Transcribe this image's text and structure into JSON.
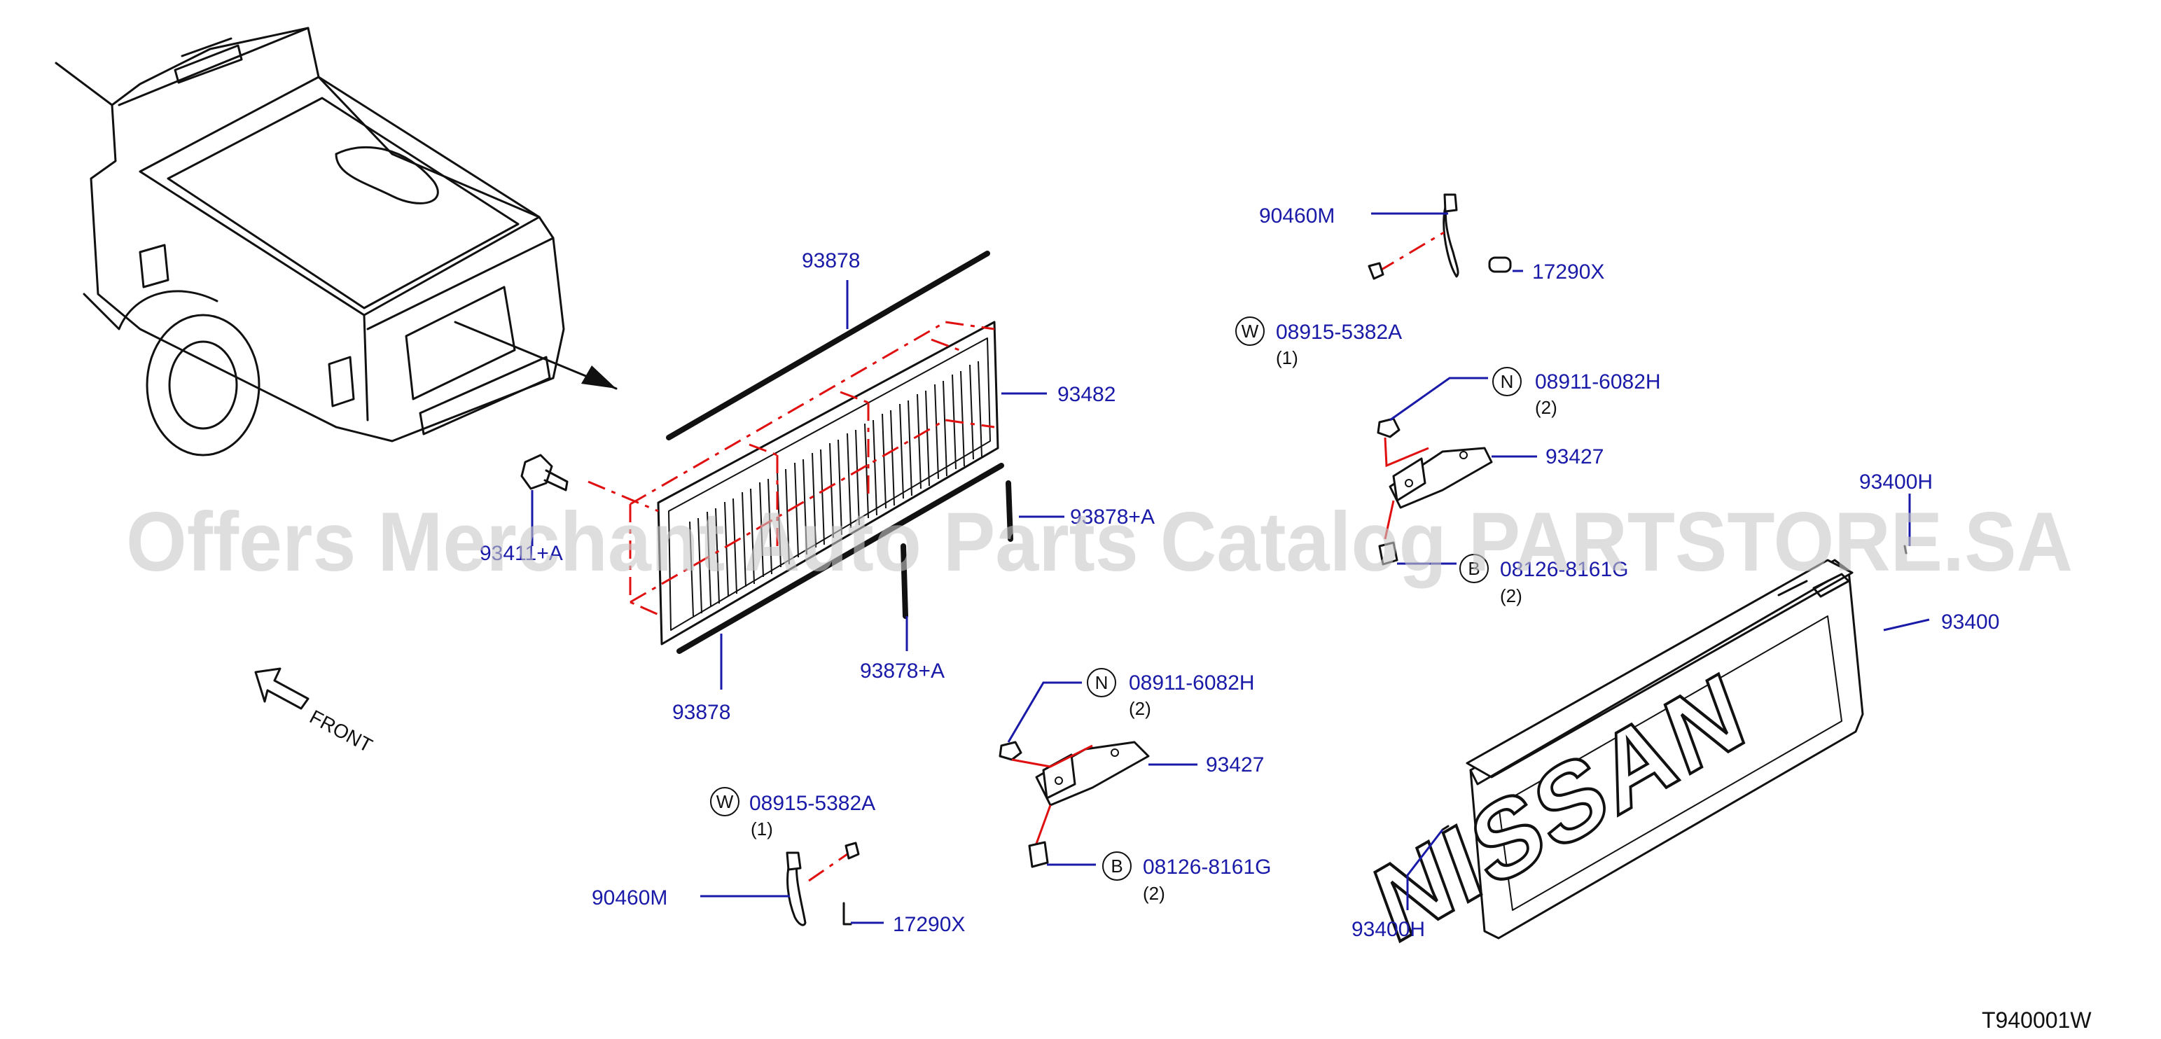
{
  "watermark": "Offers Merchant Auto Parts Catalog PARTSTORE.SA",
  "diagram_code": "T940001W",
  "front_label": "FRONT",
  "tailgate_logo": "NISSAN",
  "callouts": {
    "protector_top": "93878",
    "protector_bottom": "93878",
    "protector_side_a": "93878+A",
    "protector_side_b": "93878+A",
    "liner": "93482",
    "bolt_left": "93411+A",
    "cable_top": "90460M",
    "cable_bottom": "90460M",
    "clip_top": "17290X",
    "clip_bottom": "17290X",
    "washer_top": "08915-5382A",
    "washer_top_qty": "(1)",
    "washer_bottom": "08915-5382A",
    "washer_bottom_qty": "(1)",
    "nut_top": "08911-6082H",
    "nut_top_qty": "(2)",
    "nut_bottom": "08911-6082H",
    "nut_bottom_qty": "(2)",
    "hinge_top": "93427",
    "hinge_bottom": "93427",
    "bolt_top": "08126-8161G",
    "bolt_top_qty": "(2)",
    "bolt_bottom": "08126-8161G",
    "bolt_bottom_qty": "(2)",
    "tailgate": "93400",
    "pin_top": "93400H",
    "pin_bottom": "93400H"
  },
  "badges": {
    "washer": "W",
    "nut": "N",
    "bolt": "B"
  }
}
